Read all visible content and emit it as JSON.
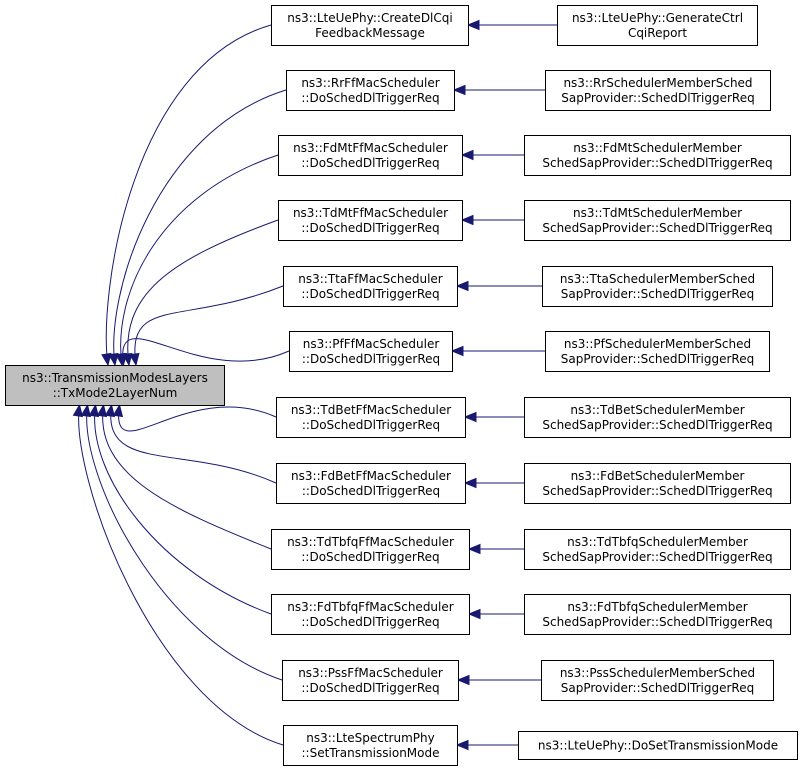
{
  "root": {
    "id": "root",
    "lines": [
      "ns3::TransmissionModesLayers",
      "::TxMode2LayerNum"
    ]
  },
  "callers": [
    {
      "id": "c1",
      "lines": [
        "ns3::LteUePhy::CreateDlCqi",
        "FeedbackMessage"
      ]
    },
    {
      "id": "c2",
      "lines": [
        "ns3::RrFfMacScheduler",
        "::DoSchedDlTriggerReq"
      ]
    },
    {
      "id": "c3",
      "lines": [
        "ns3::FdMtFfMacScheduler",
        "::DoSchedDlTriggerReq"
      ]
    },
    {
      "id": "c4",
      "lines": [
        "ns3::TdMtFfMacScheduler",
        "::DoSchedDlTriggerReq"
      ]
    },
    {
      "id": "c5",
      "lines": [
        "ns3::TtaFfMacScheduler",
        "::DoSchedDlTriggerReq"
      ]
    },
    {
      "id": "c6",
      "lines": [
        "ns3::PfFfMacScheduler",
        "::DoSchedDlTriggerReq"
      ]
    },
    {
      "id": "c7",
      "lines": [
        "ns3::TdBetFfMacScheduler",
        "::DoSchedDlTriggerReq"
      ]
    },
    {
      "id": "c8",
      "lines": [
        "ns3::FdBetFfMacScheduler",
        "::DoSchedDlTriggerReq"
      ]
    },
    {
      "id": "c9",
      "lines": [
        "ns3::TdTbfqFfMacScheduler",
        "::DoSchedDlTriggerReq"
      ]
    },
    {
      "id": "c10",
      "lines": [
        "ns3::FdTbfqFfMacScheduler",
        "::DoSchedDlTriggerReq"
      ]
    },
    {
      "id": "c11",
      "lines": [
        "ns3::PssFfMacScheduler",
        "::DoSchedDlTriggerReq"
      ]
    },
    {
      "id": "c12",
      "lines": [
        "ns3::LteSpectrumPhy",
        "::SetTransmissionMode"
      ]
    }
  ],
  "outer_callers": [
    {
      "id": "o1",
      "caller_of": "c1",
      "lines": [
        "ns3::LteUePhy::GenerateCtrl",
        "CqiReport"
      ]
    },
    {
      "id": "o2",
      "caller_of": "c2",
      "lines": [
        "ns3::RrSchedulerMemberSched",
        "SapProvider::SchedDlTriggerReq"
      ]
    },
    {
      "id": "o3",
      "caller_of": "c3",
      "lines": [
        "ns3::FdMtSchedulerMember",
        "SchedSapProvider::SchedDlTriggerReq"
      ]
    },
    {
      "id": "o4",
      "caller_of": "c4",
      "lines": [
        "ns3::TdMtSchedulerMember",
        "SchedSapProvider::SchedDlTriggerReq"
      ]
    },
    {
      "id": "o5",
      "caller_of": "c5",
      "lines": [
        "ns3::TtaSchedulerMemberSched",
        "SapProvider::SchedDlTriggerReq"
      ]
    },
    {
      "id": "o6",
      "caller_of": "c6",
      "lines": [
        "ns3::PfSchedulerMemberSched",
        "SapProvider::SchedDlTriggerReq"
      ]
    },
    {
      "id": "o7",
      "caller_of": "c7",
      "lines": [
        "ns3::TdBetSchedulerMember",
        "SchedSapProvider::SchedDlTriggerReq"
      ]
    },
    {
      "id": "o8",
      "caller_of": "c8",
      "lines": [
        "ns3::FdBetSchedulerMember",
        "SchedSapProvider::SchedDlTriggerReq"
      ]
    },
    {
      "id": "o9",
      "caller_of": "c9",
      "lines": [
        "ns3::TdTbfqSchedulerMember",
        "SchedSapProvider::SchedDlTriggerReq"
      ]
    },
    {
      "id": "o10",
      "caller_of": "c10",
      "lines": [
        "ns3::FdTbfqSchedulerMember",
        "SchedSapProvider::SchedDlTriggerReq"
      ]
    },
    {
      "id": "o11",
      "caller_of": "c11",
      "lines": [
        "ns3::PssSchedulerMemberSched",
        "SapProvider::SchedDlTriggerReq"
      ]
    },
    {
      "id": "o12",
      "caller_of": "c12",
      "lines": [
        "ns3::LteUePhy::DoSetTransmissionMode"
      ]
    }
  ],
  "colors": {
    "edge": "#191970",
    "root_fill": "#bfbfbf",
    "node_fill": "#ffffff",
    "border": "#000000"
  }
}
